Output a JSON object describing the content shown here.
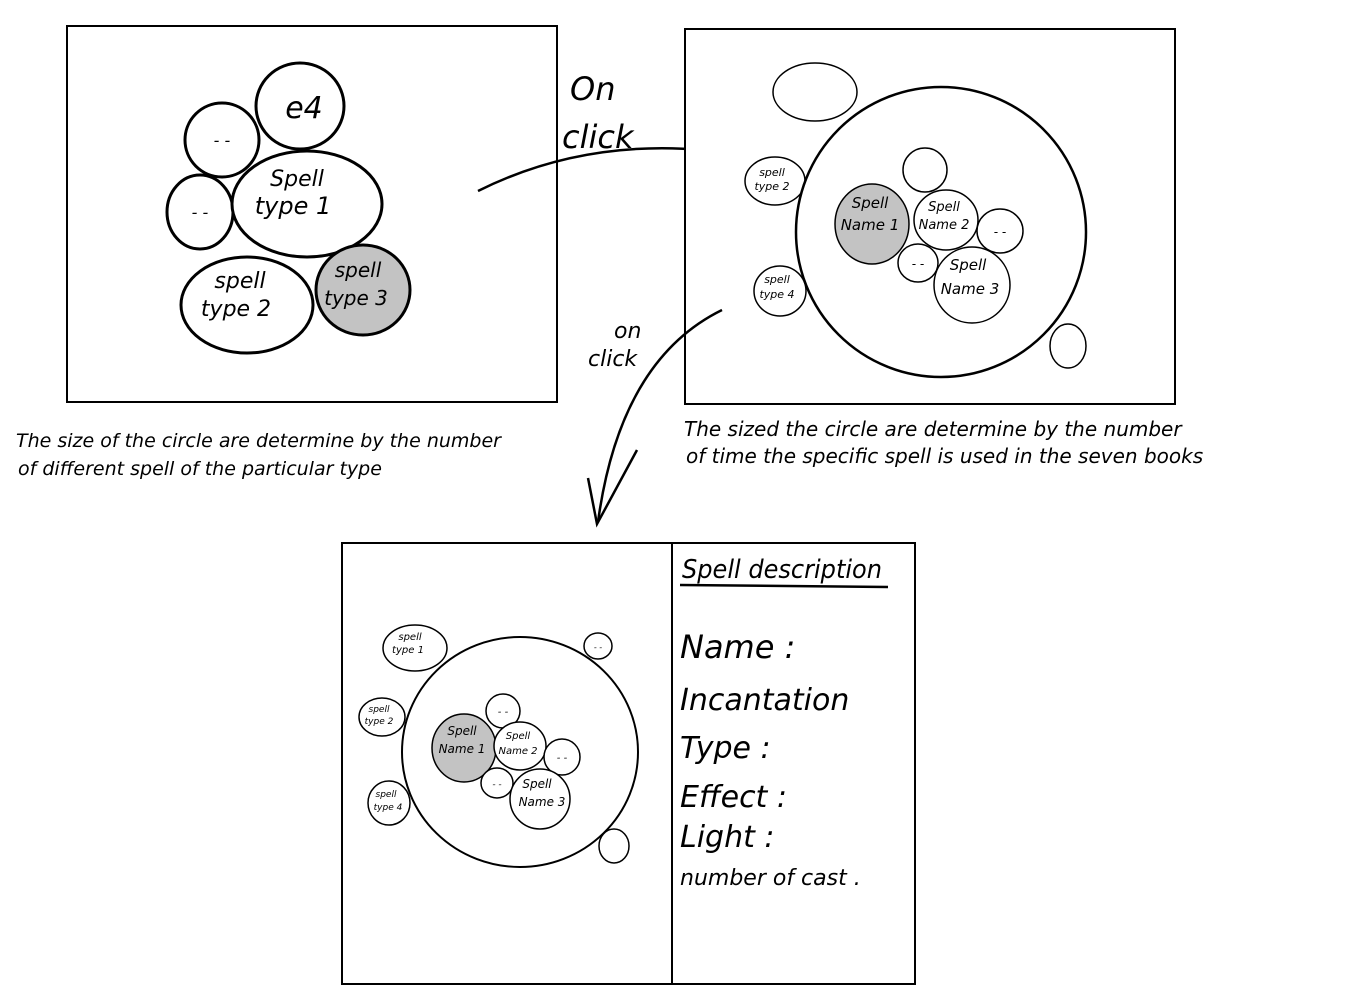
{
  "colors": {
    "stroke": "#000000",
    "highlight": "#c3c3c3",
    "background": "#ffffff"
  },
  "panel1": {
    "big": [
      "Spell",
      "type 1"
    ],
    "type2": [
      "spell",
      "type 2"
    ],
    "type3": [
      "spell",
      "type 3"
    ],
    "e4": "e4",
    "placeholder": "- -"
  },
  "panel2": {
    "outer_types": {
      "type2": [
        "spell",
        "type 2"
      ],
      "type4": [
        "spell",
        "type 4"
      ]
    },
    "spells": {
      "name1": [
        "Spell",
        "Name 1"
      ],
      "name2": [
        "Spell",
        "Name 2"
      ],
      "name3": [
        "Spell",
        "Name 3"
      ]
    },
    "placeholder": "- -"
  },
  "panel3": {
    "outer_types": {
      "type1": [
        "spell",
        "type 1"
      ],
      "type2": [
        "spell",
        "type 2"
      ],
      "type4": [
        "spell",
        "type 4"
      ]
    },
    "spells": {
      "name1": [
        "Spell",
        "Name 1"
      ],
      "name2": [
        "Spell",
        "Name 2"
      ],
      "name3": [
        "Spell",
        "Name 3"
      ]
    },
    "placeholder": "- -",
    "description": {
      "heading": "Spell description",
      "fields": [
        "Name :",
        "Incantation",
        "Type :",
        "Effect :",
        "Light :",
        "number of cast ."
      ]
    }
  },
  "arrows": {
    "right": [
      "On",
      "click"
    ],
    "down": [
      "on",
      "click"
    ]
  },
  "captions": {
    "left": [
      "The size of the circle are determine by the number",
      "of different spell of the particular type"
    ],
    "right": [
      "The sized the circle are determine by the number",
      "of time the specific spell is used in the seven books"
    ]
  }
}
